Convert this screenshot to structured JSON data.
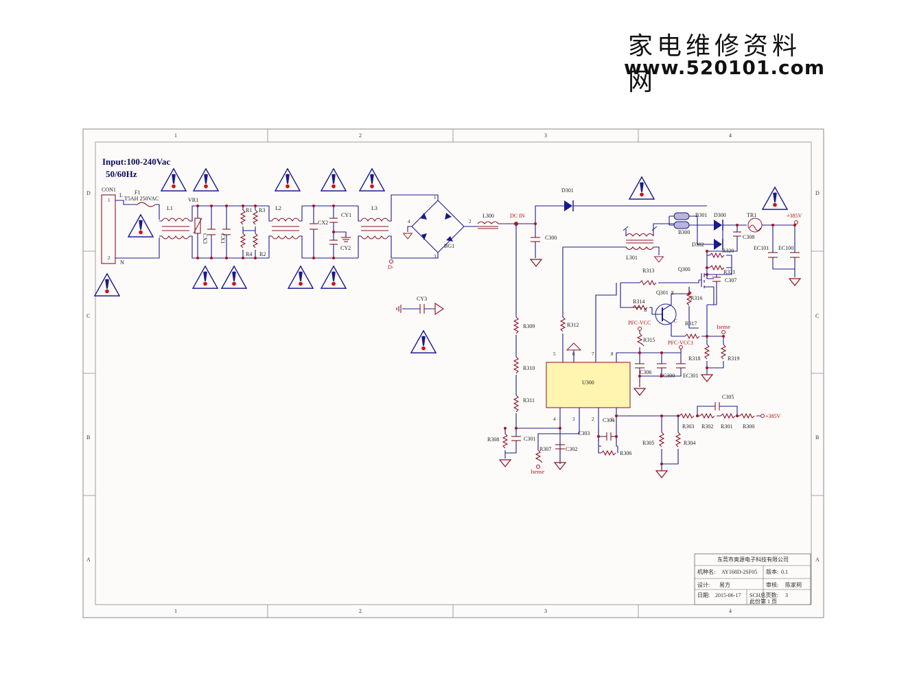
{
  "watermark": {
    "line1": "家电维修资料网",
    "line2": "www.520101.com"
  },
  "grid": {
    "columns": [
      "1",
      "2",
      "3",
      "4"
    ],
    "rows": [
      "D",
      "C",
      "B",
      "A"
    ]
  },
  "input_note": {
    "line1": "Input:100-240Vac",
    "line2": "50/60Hz"
  },
  "components": {
    "con1": "CON1",
    "con1_p1": "1",
    "con1_p2": "2",
    "L_lead": "L",
    "N_lead": "N",
    "f1": "F1",
    "f1_rating": "T5AH 250VAC",
    "l1": "L1",
    "vr1": "VR1",
    "cx3": "CX3",
    "cx1": "CX1",
    "r1": "R1",
    "r3": "R3",
    "r4": "R4",
    "r2": "R2",
    "l2": "L2",
    "cx2": "CX2",
    "cy1": "CY1",
    "cy2": "CY2",
    "l3": "L3",
    "bg1": "BG1",
    "bg1_p1": "1",
    "bg1_p2": "2",
    "bg1_p3": "3",
    "bg1_p4": "4",
    "dminus": "D-",
    "cy3": "CY3",
    "l300": "L300",
    "dcin": "DC IN",
    "d301": "D301",
    "c300": "C300",
    "l301": "L301",
    "b301": "B301",
    "b300": "B300",
    "d300": "D300",
    "d302": "D302",
    "c308": "C308",
    "tr1": "TR1",
    "v385a": "+385V",
    "ec101": "EC101",
    "ec100": "EC100",
    "r320": "R320",
    "r321": "R321",
    "c307": "C307",
    "q300": "Q300",
    "r313": "R313",
    "q301": "Q301",
    "r314": "R314",
    "r316": "R316",
    "r317": "R317",
    "pfcvcc": "PFC-VCC",
    "pfcvcc1": "PFC-VCC1",
    "isense": "Isense",
    "isense2": "Isense",
    "r315": "R315",
    "r318": "R318",
    "r319": "R319",
    "c306": "C306",
    "ec300": "EC300",
    "ec301": "EC301",
    "r309": "R309",
    "r310": "R310",
    "r311": "R311",
    "r312": "R312",
    "u300": "U300",
    "u_p1": "1",
    "u_p2": "2",
    "u_p3": "3",
    "u_p4": "4",
    "u_p5": "5",
    "u_p6": "6",
    "u_p7": "7",
    "u_p8": "8",
    "r308": "R308",
    "c301": "C301",
    "r307": "R307",
    "c302": "C302",
    "c303": "C303",
    "c304": "C304",
    "r306": "R306",
    "r305": "R305",
    "r304": "R304",
    "r303": "R303",
    "r302": "R302",
    "r301": "R301",
    "r300": "R300",
    "c305": "C305",
    "v385b": "+385V",
    "q_e": "E",
    "q_b": "B",
    "q_c": "C"
  },
  "title_block": {
    "company": "东莞市奥源电子科技有限公司",
    "model_label": "机种名:",
    "model": "AY168D-2SF05",
    "version_label": "版本:",
    "version": "0.1",
    "design_label": "设计:",
    "designer": "易方",
    "review_label": "审核:",
    "reviewer": "陈家祠",
    "date_label": "日期:",
    "date": "2015-06-17",
    "pages_label": "SCH总页数:",
    "pages": "3",
    "page_label": "此份第 1 页"
  },
  "colors": {
    "wire": "#1a1a8c",
    "component": "#8b1020",
    "warning": "#1a1a8c",
    "ic_fill": "#fff5b0",
    "net": "#b01010"
  }
}
